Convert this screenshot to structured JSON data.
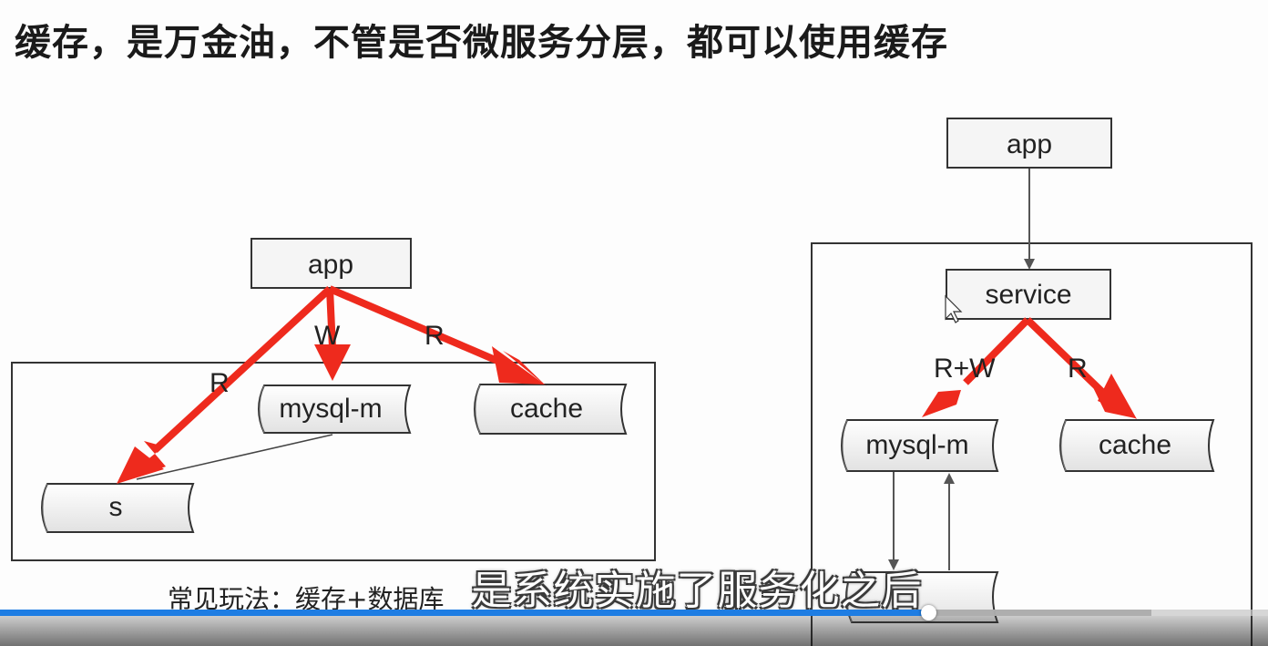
{
  "slide": {
    "title": "缓存，是万金油，不管是否微服务分层，都可以使用缓存",
    "caption": "常见玩法：缓存+数据库"
  },
  "subtitle": "是系统实施了服务化之后",
  "left_diagram": {
    "app_label": "app",
    "mysql_label": "mysql-m",
    "cache_label": "cache",
    "slave_label": "s",
    "edge_read_slave": "R",
    "edge_write_master": "W",
    "edge_read_cache": "R"
  },
  "right_diagram": {
    "app_label": "app",
    "service_label": "service",
    "mysql_label": "mysql-m",
    "cache_label": "cache",
    "slave_label": "",
    "edge_read_write": "R+W",
    "edge_read_cache": "R"
  },
  "player": {
    "progress": 0.732,
    "buffered": 0.908
  },
  "colors": {
    "arrow_red": "#ee2a1d",
    "box_fill": "#f4f4f4",
    "box_stroke": "#333333",
    "player_accent": "#1e7de3"
  }
}
